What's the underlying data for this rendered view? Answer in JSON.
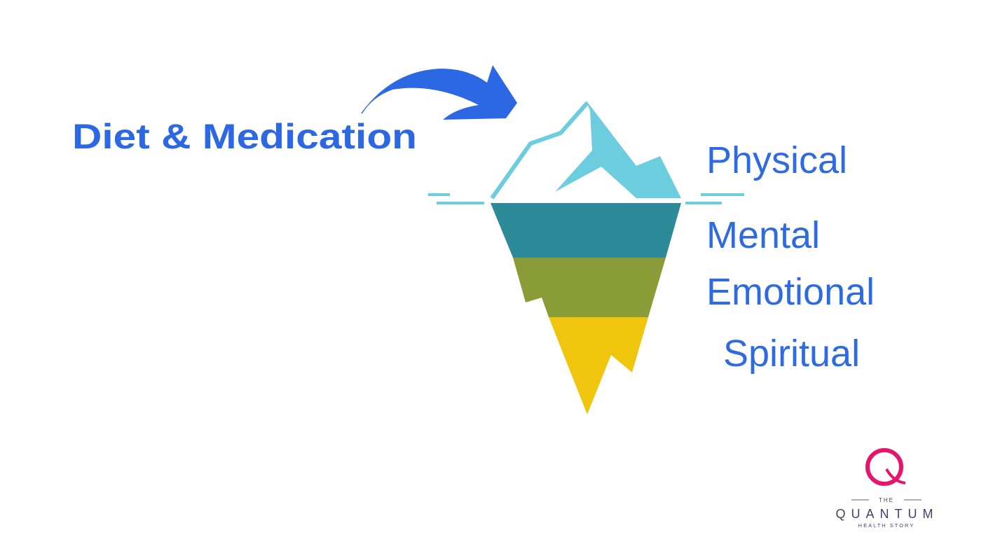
{
  "title": "Diet & Medication",
  "layers": [
    {
      "label": "Physical",
      "color": "#6bcddd"
    },
    {
      "label": "Mental",
      "color": "#2d8a98"
    },
    {
      "label": "Emotional",
      "color": "#8a9c38"
    },
    {
      "label": "Spiritual",
      "color": "#f0c50d"
    }
  ],
  "colors": {
    "text": "#2f6be0",
    "arrow": "#2c68e3",
    "water": "#6bcddd",
    "logo_q": "#e5156d",
    "logo_text": "#4b3b6e"
  },
  "logo": {
    "the": "THE",
    "name": "QUANTUM",
    "tagline": "HEALTH STORY"
  }
}
